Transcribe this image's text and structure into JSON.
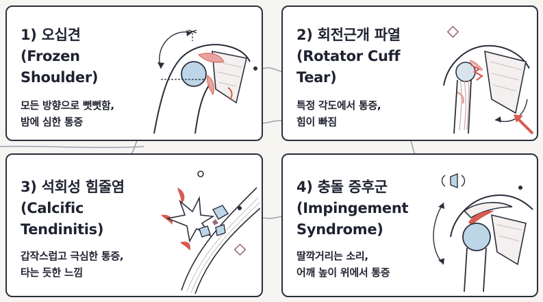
{
  "panels": [
    {
      "title": "1) 오십견\n(Frozen\nShoulder)",
      "description": "모든 방향으로 뻣뻣함,\n밤에 심한 통증",
      "illustration": "frozen-shoulder-icon"
    },
    {
      "title": "2) 회전근개 파열\n(Rotator Cuff\nTear)",
      "description": "특정 각도에서 통증,\n힘이 빠짐",
      "illustration": "rotator-cuff-tear-icon"
    },
    {
      "title": "3) 석회성 힘줄염\n(Calcific\nTendinitis)",
      "description": "갑작스럽고 극심한 통증,\n타는 듯한 느낌",
      "illustration": "calcific-tendinitis-icon"
    },
    {
      "title": "4) 충돌 증후군\n(Impingement\nSyndrome)",
      "description": "딸깍거리는 소리,\n어깨 높이 위에서 통증",
      "illustration": "impingement-syndrome-icon"
    }
  ],
  "colors": {
    "ink": "#2a2d3a",
    "pain_red": "#d95b52",
    "pain_pink": "#e8a3a0",
    "joint_blue": "#bcd6e8",
    "accent_mauve": "#9a6b78",
    "background": "#f6f5f2"
  }
}
